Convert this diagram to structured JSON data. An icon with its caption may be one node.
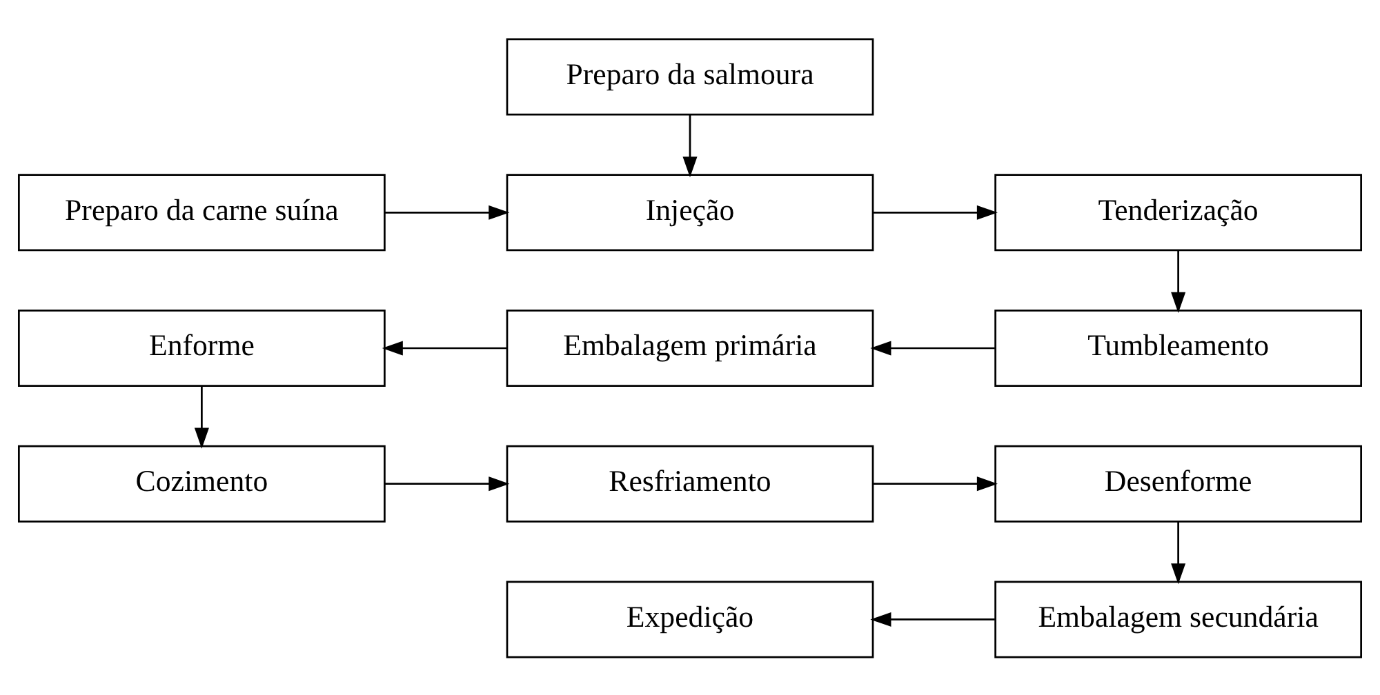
{
  "diagram": {
    "nodes": [
      {
        "text": [
          "Preparo da salmoura"
        ]
      },
      {
        "text": [
          "Preparo da carne suína"
        ]
      },
      {
        "text": [
          "Injeção"
        ]
      },
      {
        "text": [
          "Tenderização"
        ]
      },
      {
        "text": [
          "Enforme"
        ]
      },
      {
        "text": [
          "Embalagem primária"
        ]
      },
      {
        "text": [
          "Tumbleamento"
        ]
      },
      {
        "text": [
          "Cozimento"
        ]
      },
      {
        "text": [
          "Resfriamento"
        ]
      },
      {
        "text": [
          "Desenforme"
        ]
      },
      {
        "text": [
          "Expedição"
        ]
      },
      {
        "text": [
          "Embalagem secundária"
        ]
      }
    ],
    "edges": [
      {
        "from": 0,
        "to": 2,
        "arrow": "to"
      },
      {
        "from": 1,
        "to": 2,
        "arrow": "to"
      },
      {
        "from": 2,
        "to": 3,
        "arrow": "to"
      },
      {
        "from": 3,
        "to": 6,
        "arrow": "to"
      },
      {
        "from": 6,
        "to": 5,
        "arrow": "to"
      },
      {
        "from": 5,
        "to": 4,
        "arrow": "to"
      },
      {
        "from": 4,
        "to": 7,
        "arrow": "to"
      },
      {
        "from": 7,
        "to": 8,
        "arrow": "to"
      },
      {
        "from": 8,
        "to": 9,
        "arrow": "to"
      },
      {
        "from": 9,
        "to": 11,
        "arrow": "to"
      },
      {
        "from": 11,
        "to": 10,
        "arrow": "to"
      }
    ]
  }
}
